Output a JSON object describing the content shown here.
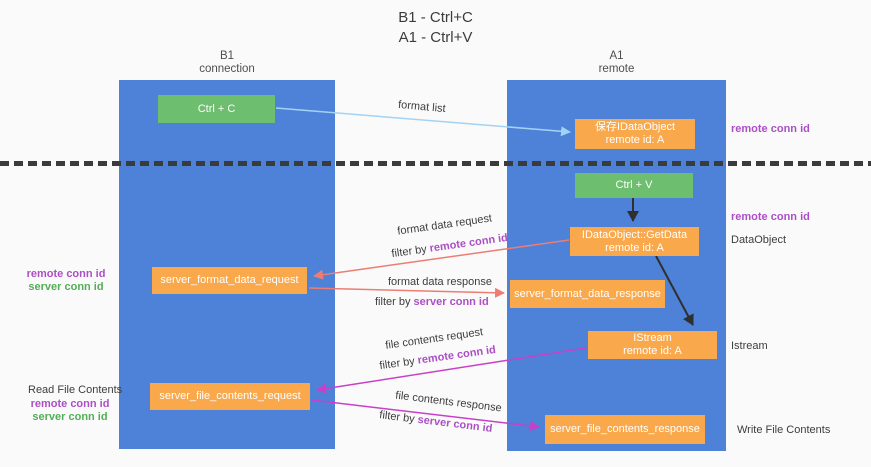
{
  "title": {
    "line1": "B1 - Ctrl+C",
    "line2": "A1 - Ctrl+V"
  },
  "lanes": {
    "b1": {
      "name": "B1",
      "role": "connection"
    },
    "a1": {
      "name": "A1",
      "role": "remote"
    }
  },
  "nodes": {
    "ctrl_c": {
      "label": "Ctrl + C"
    },
    "ctrl_v": {
      "label": "Ctrl + V"
    },
    "save_idataobject": {
      "title": "保存IDataObject",
      "subtitle": "remote id: A"
    },
    "idataobject_getdata": {
      "title": "IDataObject::GetData",
      "subtitle": "remote id: A"
    },
    "istream": {
      "title": "IStream",
      "subtitle": "remote id: A"
    },
    "server_format_data_request": {
      "label": "server_format_data_request"
    },
    "server_format_data_response": {
      "label": "server_format_data_response"
    },
    "server_file_contents_request": {
      "label": "server_file_contents_request"
    },
    "server_file_contents_response": {
      "label": "server_file_contents_response"
    }
  },
  "edge_labels": {
    "format_list": "format list",
    "format_data_request": "format data request",
    "format_data_response": "format data response",
    "file_contents_request": "file contents request",
    "file_contents_response": "file contents response",
    "filter_by": "filter by ",
    "remote_conn_id": "remote conn id",
    "server_conn_id": "server conn id"
  },
  "annotations": {
    "remote_conn_id_top_right": "remote conn id",
    "remote_conn_id_mid_right": "remote conn id",
    "dataobject": "DataObject",
    "istream": "Istream",
    "write_file_contents": "Write File Contents",
    "read_file_contents": "Read File Contents",
    "remote_conn_id_left": "remote conn id",
    "server_conn_id_left": "server conn id",
    "remote_conn_id_bottom_left": "remote conn id",
    "server_conn_id_bottom_left": "server conn id"
  },
  "colors": {
    "background": "#fafafa",
    "lane_blue": "#4d82d8",
    "node_orange": "#f9a84c",
    "node_green": "#6dbe6e",
    "arrow_light_blue": "#a3d3f3",
    "arrow_salmon": "#ed7d72",
    "arrow_magenta": "#c840c8",
    "arrow_black": "#2f2f2f",
    "text_purple": "#ac4fc6",
    "text_green": "#53ae58",
    "divider_dash": "#3b3b3b"
  }
}
